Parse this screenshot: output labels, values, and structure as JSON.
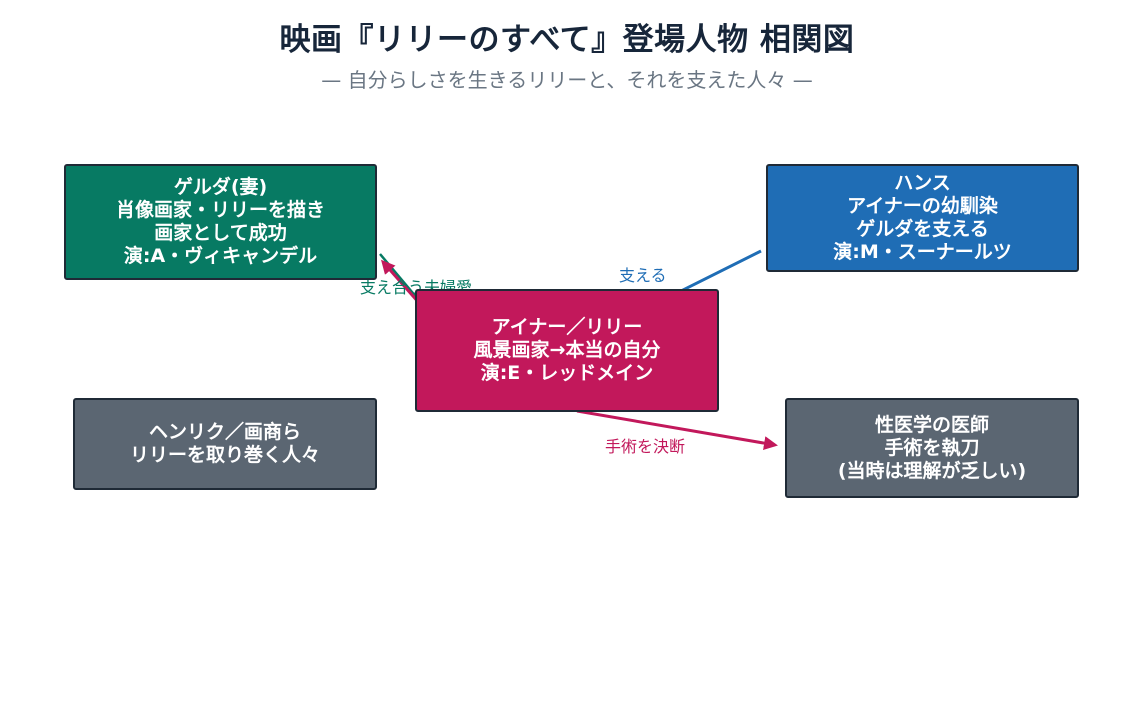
{
  "title": "映画『リリーのすべて』登場人物 相関図",
  "subtitle": "— 自分らしさを生きるリリーと、それを支えた人々 —",
  "nodes": {
    "gerda": {
      "lines": [
        "ゲルダ(妻)",
        "肖像画家・リリーを描き",
        "画家として成功",
        "演:A・ヴィキャンデル"
      ],
      "color": "#077a63"
    },
    "hans": {
      "lines": [
        "ハンス",
        "アイナーの幼馴染",
        "ゲルダを支える",
        "演:M・スーナールツ"
      ],
      "color": "#1f6db5"
    },
    "lili": {
      "lines": [
        "アイナー／リリー",
        "風景画家→本当の自分",
        "演:E・レッドメイン"
      ],
      "color": "#c2185b"
    },
    "henrik": {
      "lines": [
        "ヘンリク／画商ら",
        "リリーを取り巻く人々"
      ],
      "color": "#5b6672"
    },
    "doctor": {
      "lines": [
        "性医学の医師",
        "手術を執刀",
        "(当時は理解が乏しい)"
      ],
      "color": "#5b6672"
    }
  },
  "edges": {
    "couple": {
      "label": "支え合う夫婦愛",
      "color": "#077a63",
      "accent": "#c2185b"
    },
    "support": {
      "label": "支える",
      "color": "#1f6db5"
    },
    "surgery": {
      "label": "手術を決断",
      "color": "#c2185b"
    }
  }
}
